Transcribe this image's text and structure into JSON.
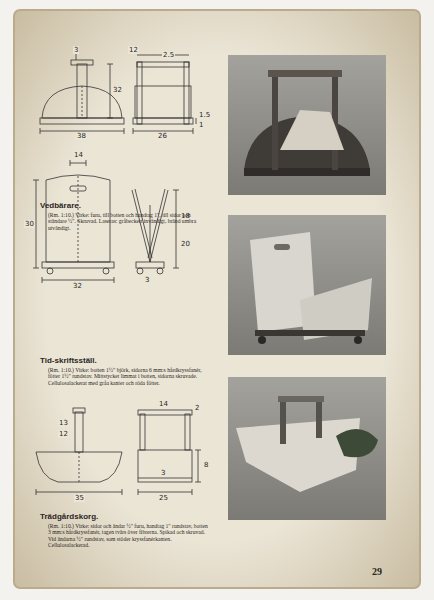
{
  "diagram": {
    "labels": [
      "3",
      "12",
      "2.5",
      "32",
      "38",
      "26",
      "1.5",
      "1",
      "14",
      "30",
      "32",
      "3",
      "18",
      "20",
      "13",
      "12",
      "14",
      "2",
      "8",
      "3",
      "35",
      "25",
      "Vedbärare.",
      "(Rm. 1:10.) Virke: furu, till botten och handtag 1\", till sidor och ständare ½\". Skruvad. Laseras: gråbeckert invändigt, bränd umbra utvändigt.",
      "Tid-skriftsställ.",
      "(Rm. 1:10.) Virke: botten 1½\" björk, sidorna 6 mm:s hårdkryssfanér, fötter 1½\" rundstav. Mittstycket limmat i botten, sidorna skruvade. Cellulosalackerat med gråa kanter och röda fötter.",
      "Trädgårdskorg.",
      "(Rm. 1:10.) Virke: sidor och ändar ½\" furu, handtag 1\" rundstav, botten 3 mm:s hårdkryssfanér, tagen tvärs över fibrerna. Spikad och skruvad. Vid ändarna ½\" rundstav, som stöder kryssfanérkanten. Cellulosalackerad.",
      "29"
    ]
  }
}
